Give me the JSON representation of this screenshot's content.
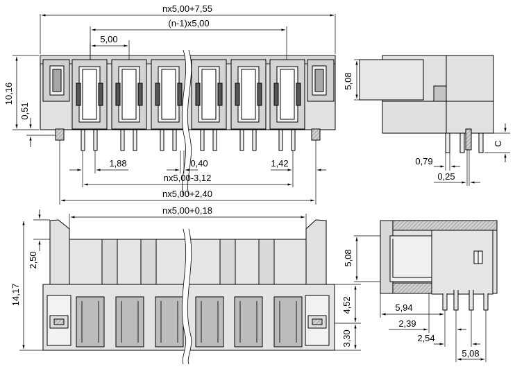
{
  "drawing": {
    "front_top": {
      "overall_width": "nx5,00+7,55",
      "pitch_span": "(n-1)x5,00",
      "pitch": "5,00",
      "height": "10,16",
      "pin_offset": "0,51",
      "pin_spacing_left": "1,88",
      "pin_width": "0,40",
      "pin_spacing_right": "1,42",
      "inner_span": "nx5,00-3,12",
      "outer_span": "nx5,00+2,40"
    },
    "side_top": {
      "height": "5,08",
      "c_label": "C",
      "pin_thickness": "0,79",
      "pin_tip": "0,25"
    },
    "front_bottom": {
      "width": "nx5,00+0,18",
      "top_offset": "2,50",
      "total_height": "14,17",
      "lower_height": "4,52",
      "base_height": "3,30"
    },
    "side_bottom": {
      "height": "5,08",
      "depth": "5,94",
      "offset1": "2,39",
      "offset2": "2,54",
      "pin_pitch": "5,08"
    }
  },
  "colors": {
    "body": "#e4e4e4",
    "shade": "#bdbdbd",
    "dark": "#7a7a7a",
    "hatch": "#9a9a9a",
    "line": "#000000"
  }
}
